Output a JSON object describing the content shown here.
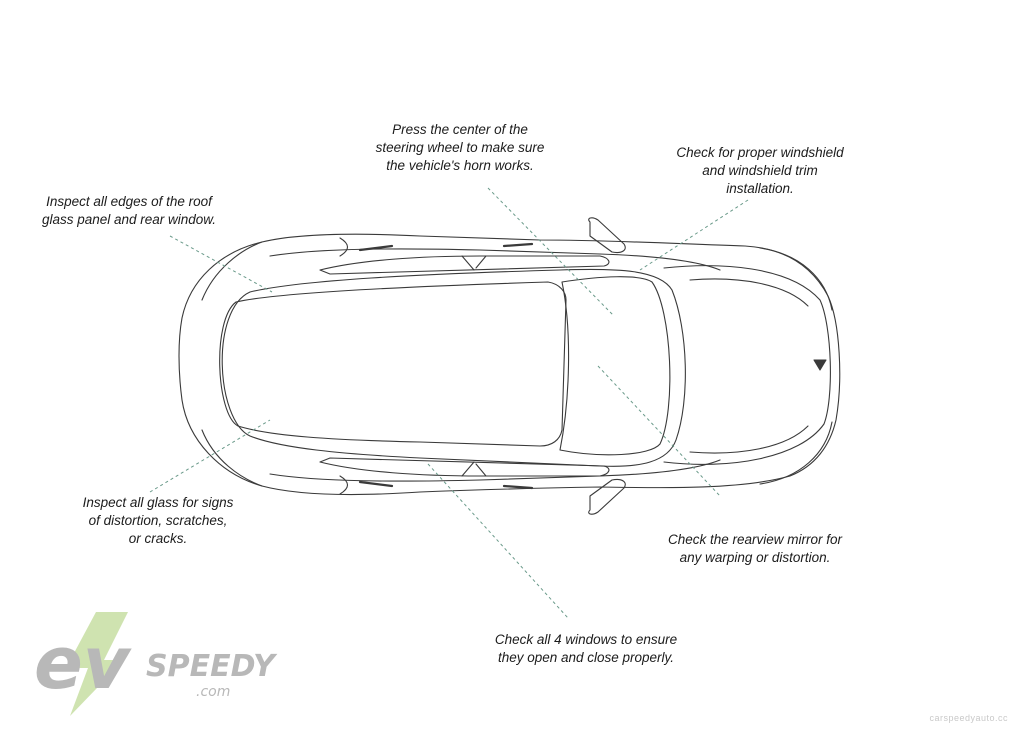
{
  "callouts": {
    "horn": [
      "Press the center of the",
      "steering wheel to make sure",
      "the vehicle's horn works."
    ],
    "windshield": [
      "Check for proper windshield",
      "and windshield trim",
      "installation."
    ],
    "roof": [
      "Inspect all edges of the roof",
      "glass panel and rear window."
    ],
    "glass": [
      "Inspect all glass for signs",
      "of distortion, scratches,",
      "or cracks."
    ],
    "mirror": [
      "Check the rearview mirror for",
      "any warping or distortion."
    ],
    "windows": [
      "Check all 4 windows to ensure",
      "they open and close properly."
    ]
  },
  "logo": {
    "brand": "SPEEDY",
    "domain": ".com",
    "mark": "ev"
  },
  "watermark": "carspeedyauto.cc",
  "colors": {
    "leader": "#6a9a8a",
    "outline": "#3a3a3a",
    "logo_gray": "#b8b8b8",
    "logo_green": "#cfe3b0"
  }
}
